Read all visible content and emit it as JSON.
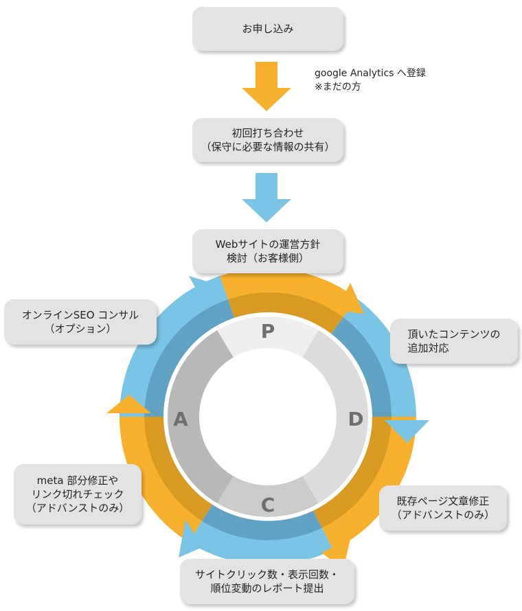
{
  "steps": {
    "apply": {
      "line1": "お申し込み"
    },
    "note": {
      "line1": "google Analytics へ登録",
      "line2": "※まだの方"
    },
    "meeting": {
      "line1": "初回打ち合わせ",
      "line2": "（保守に必要な情報の共有）"
    },
    "policy": {
      "line1": "Webサイトの運営方針",
      "line2": "検討（お客様側）"
    }
  },
  "cycle": {
    "letters": {
      "p": "P",
      "d": "D",
      "c": "C",
      "a": "A"
    },
    "do_content": {
      "line1": "頂いたコンテンツの",
      "line2": "追加対応"
    },
    "do_edit": {
      "line1": "既存ページ文章修正",
      "line2": "（アドバンストのみ）"
    },
    "check_report": {
      "line1": "サイトクリック数・表示回数・",
      "line2": "順位変動のレポート提出"
    },
    "act_meta": {
      "line1": "meta 部分修正や",
      "line2": "リンク切れチェック",
      "line3": "（アドバンストのみ）"
    },
    "act_consult": {
      "line1": "オンラインSEO コンサル",
      "line2": "（オプション）"
    }
  },
  "colors": {
    "orange": "#f7b12c",
    "orange_dark": "#d89a20",
    "blue": "#7ac4e6",
    "blue_dark": "#5fa2c4",
    "box_gray": "#e3e3e3"
  }
}
